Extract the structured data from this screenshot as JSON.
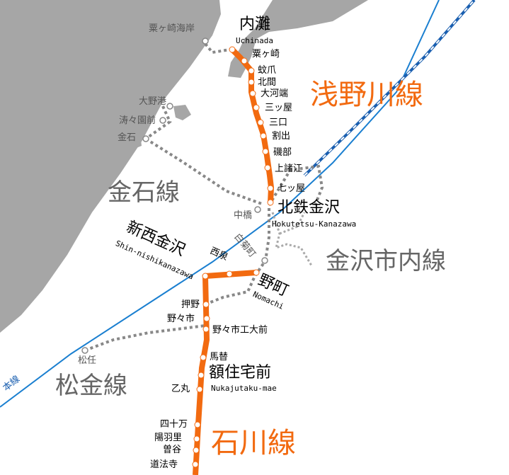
{
  "colors": {
    "sea": "#a6a6a6",
    "land": "#ffffff",
    "asanogawa": "#f26a10",
    "ishikawa": "#f26a10",
    "abolished": "#888888",
    "jr": "#1a7fd0",
    "shinkansen": "#1a5fb0"
  },
  "lines": {
    "asanogawa": "浅野川線",
    "ishikawa": "石川線",
    "kanaiwa": "金石線",
    "matsukin": "松金線",
    "kanazawa_city": "金沢市内線",
    "jr_partial": "本線"
  },
  "stations": {
    "uchinada": "内灘",
    "uchinada_romaji": "Uchinada",
    "awagasaki": "粟ヶ崎",
    "kabatsume": "蚊爪",
    "kitama": "北間",
    "ookawabata": "大河端",
    "mitsuya": "三ッ屋",
    "mikuchi": "三口",
    "waride": "割出",
    "isobe": "磯部",
    "kamimoroe": "上諸江",
    "nanatsuya": "七ッ屋",
    "hokutetsu_kanazawa": "北鉄金沢",
    "hokutetsu_kanazawa_romaji": "Hokutetsu-Kanazawa",
    "shin_nishikanazawa": "新西金沢",
    "shin_nishikanazawa_romaji": "Shin-nishikanazawa",
    "nishiizumi": "西泉",
    "nomachi": "野町",
    "nomachi_romaji": "Nomachi",
    "oshino": "押野",
    "nonoichi": "野々市",
    "nonoichi_kodaimae": "野々市工大前",
    "magae": "馬替",
    "nukajutaku_mae": "額住宅前",
    "nukajutaku_mae_romaji": "Nukajutaku-mae",
    "otomaru": "乙丸",
    "shijuman": "四十万",
    "yobanri": "陽羽里",
    "sodani": "曽谷",
    "dohoji": "道法寺"
  },
  "former_stations": {
    "awagasaki_kaigan": "粟ヶ崎海岸",
    "ono_minato": "大野港",
    "tokuen_mae": "涛々園前",
    "kanaiwa": "金石",
    "nakahashi": "中橋",
    "shiragikucho": "白菊町",
    "matsuto": "松任"
  }
}
